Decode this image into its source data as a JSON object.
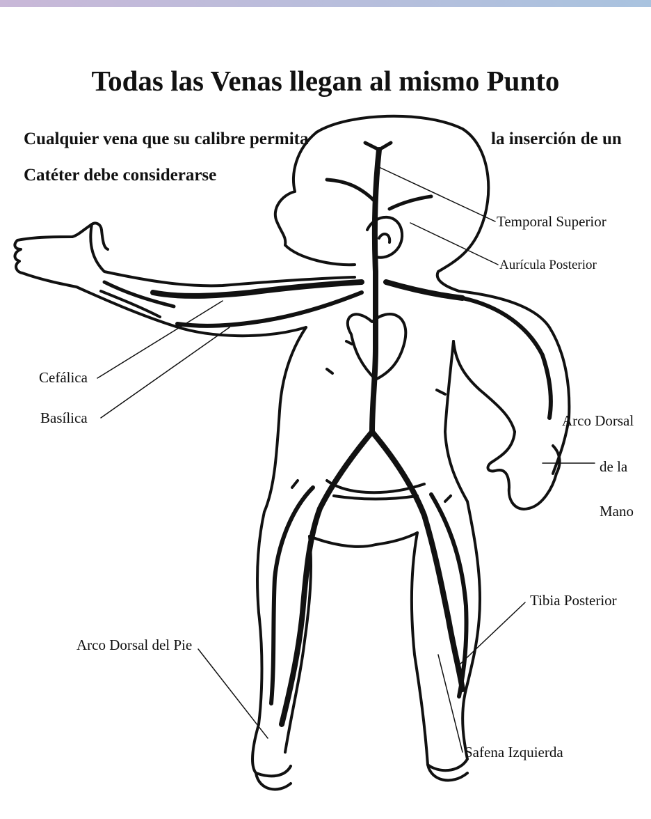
{
  "title": "Todas las Venas llegan al mismo Punto",
  "intro": {
    "line1_left": "Cualquier vena que su calibre permita",
    "line1_right": "la inserción de un",
    "line2": "Catéter debe considerarse"
  },
  "labels": {
    "temporal_superior": "Temporal Superior",
    "auricula_posterior": "Aurícula Posterior",
    "cefalica": "Cefálica",
    "basilica": "Basílica",
    "arco_dorsal_mano_1": "Arco Dorsal",
    "arco_dorsal_mano_2": "de la",
    "arco_dorsal_mano_3": "Mano",
    "tibia_posterior": "Tibia Posterior",
    "arco_dorsal_pie": "Arco Dorsal del Pie",
    "safena_izquierda": "Safena Izquierda"
  },
  "colors": {
    "ink": "#111111",
    "background": "#ffffff"
  }
}
